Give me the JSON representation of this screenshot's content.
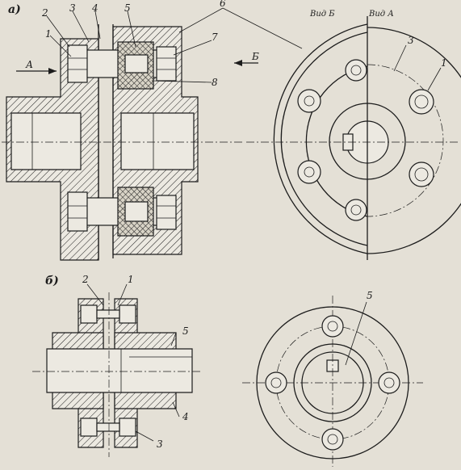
{
  "figure_a": {
    "label": "а)",
    "parts": [
      "1",
      "2",
      "3",
      "4",
      "5",
      "6",
      "7",
      "8"
    ],
    "arrow_a": "А",
    "arrow_b": "Б",
    "view_b": "Вид Б",
    "view_a": "Вид А",
    "side_view_parts": [
      "3",
      "1"
    ]
  },
  "figure_b": {
    "label": "б)",
    "parts": [
      "1",
      "2",
      "3",
      "4",
      "5"
    ],
    "side_view_parts": [
      "5"
    ]
  }
}
